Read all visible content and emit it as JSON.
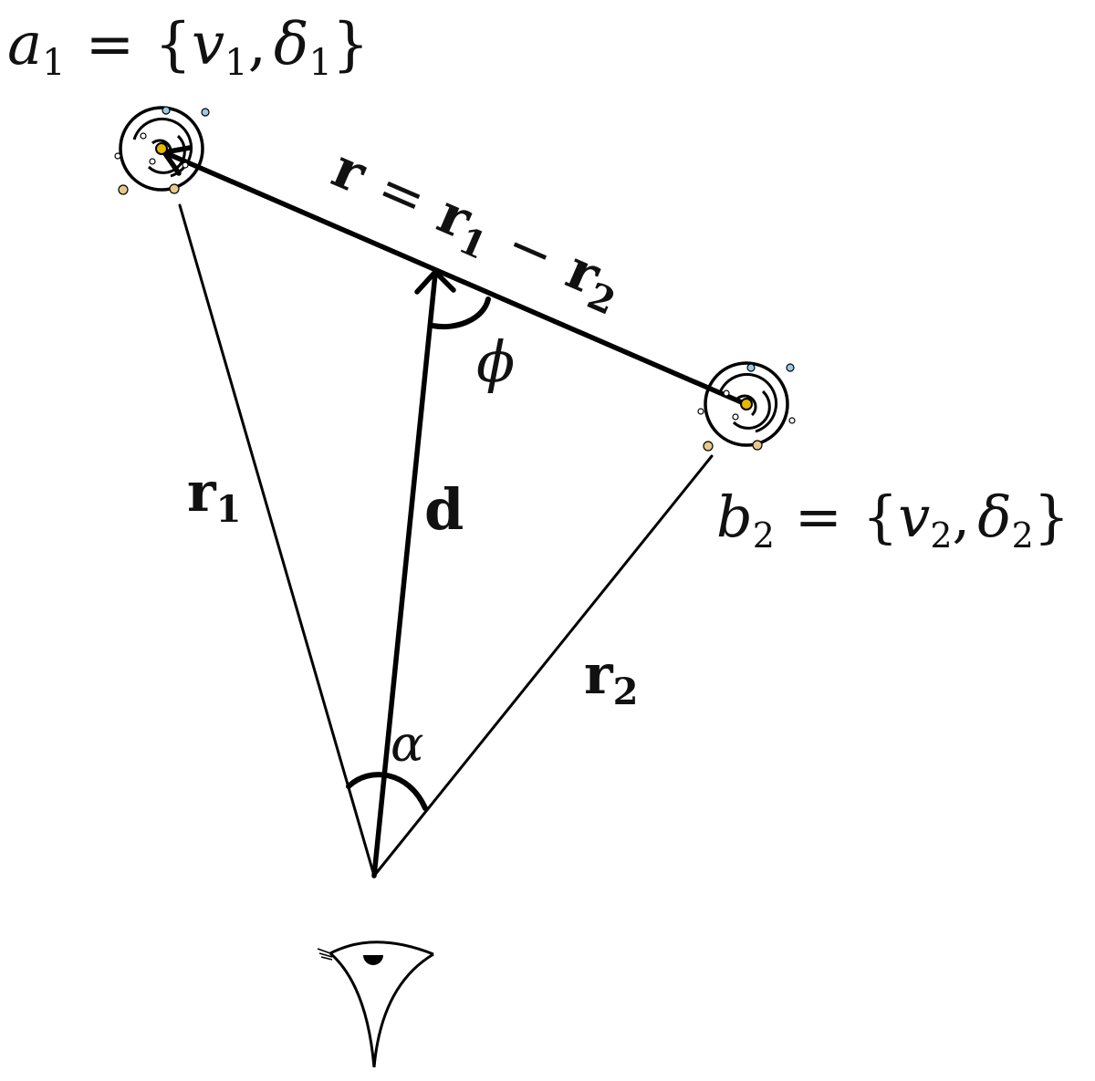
{
  "labels": {
    "a1": {
      "base": "a",
      "sub": "1",
      "eq": "=",
      "open": "{",
      "v": "v",
      "v_sub": "1",
      "comma": ",",
      "delta": "δ",
      "delta_sub": "1",
      "close": "}"
    },
    "b2": {
      "base": "b",
      "sub": "2",
      "eq": "=",
      "open": "{",
      "v": "v",
      "v_sub": "2",
      "comma": ",",
      "delta": "δ",
      "delta_sub": "2",
      "close": "}"
    },
    "r_vec": {
      "r": "r",
      "eq": "=",
      "r1": "r",
      "r1_sub": "1",
      "minus": "−",
      "r2": "r",
      "r2_sub": "2"
    },
    "phi": "ϕ",
    "r1": {
      "base": "r",
      "sub": "1"
    },
    "d": "d",
    "r2": {
      "base": "r",
      "sub": "2"
    },
    "alpha": "α"
  },
  "colors": {
    "ink": "#000000",
    "galaxy_core": "#e6b800",
    "dot_blue": "#9ec9e6",
    "dot_tan": "#e8c98a"
  },
  "icons": [
    "galaxy-icon",
    "eye-icon"
  ]
}
